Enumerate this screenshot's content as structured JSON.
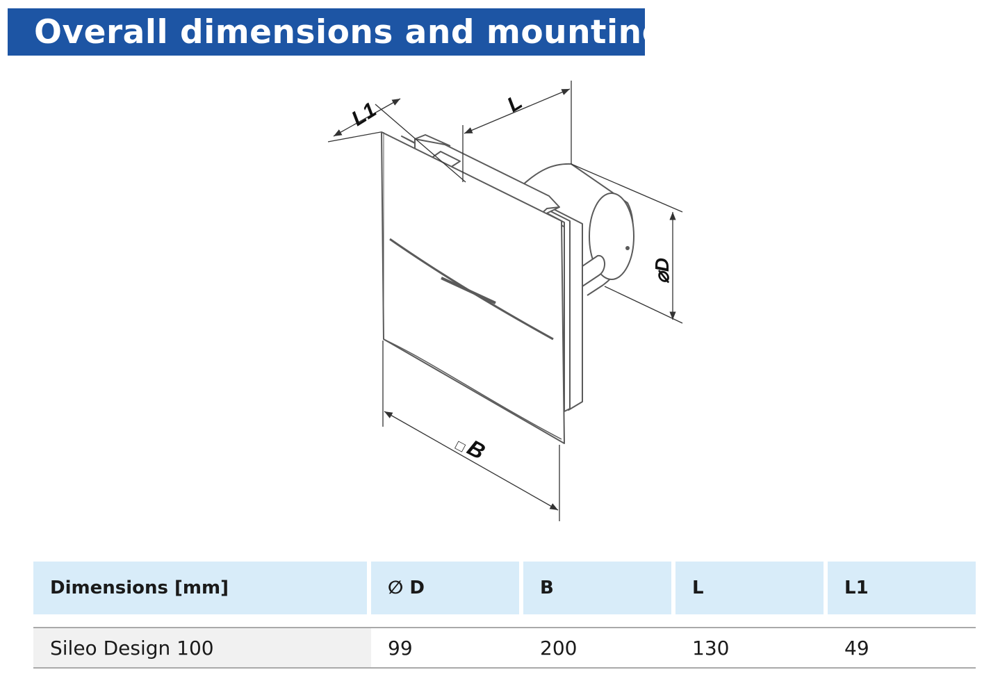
{
  "title": "Overall dimensions and mounting",
  "drawing": {
    "labels": {
      "l1": "L1",
      "l": "L",
      "d": "⌀D",
      "b_symbol": "□",
      "b": "B"
    }
  },
  "table": {
    "headers": [
      "Dimensions [mm]",
      "∅ D",
      "B",
      "L",
      "L1"
    ],
    "rows": [
      [
        "Sileo Design 100",
        "99",
        "200",
        "130",
        "49"
      ]
    ]
  },
  "colors": {
    "title_bg": "#1d55a4",
    "header_bg": "#d8ecf9",
    "line": "#5a5a5a"
  }
}
